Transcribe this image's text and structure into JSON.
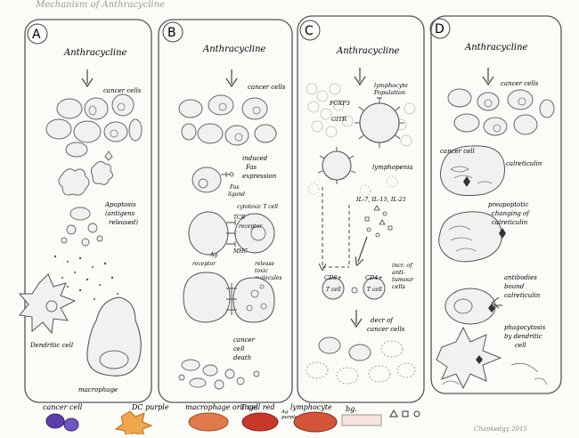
{
  "header_text": "Mechanism of Anthracycline",
  "panels": [
    {
      "letter": "A",
      "title": "Anthracycline",
      "labels": {
        "cancer_cells": "cancer cells",
        "apoptosis": "Apoptosis",
        "antigens": "(antigens",
        "released": "released)",
        "dendritic": "Dendritic cell",
        "macrophage": "macrophage"
      }
    },
    {
      "letter": "B",
      "title": "Anthracycline",
      "labels": {
        "cancer_cells": "cancer cells",
        "induced": "induced",
        "fas": "Fas",
        "expression": "expression",
        "fas_ligand_1": "Fas",
        "fas_ligand_2": "ligand",
        "cytotoxic": "cytotoxic T cell",
        "tcr": "TCR",
        "receptor": "receptor",
        "mhc": "MHC",
        "ag": "Ag",
        "receptor2": "receptor",
        "releasing_1": "release",
        "releasing_2": "toxic",
        "releasing_3": "molecules",
        "death_1": "cancer",
        "death_2": "cell",
        "death_3": "death"
      }
    },
    {
      "letter": "C",
      "title": "Anthracycline",
      "labels": {
        "lymphocyte_1": "lymphocyte",
        "lymphocyte_2": "Population",
        "foxp3": "FOXP3",
        "gitr": "GITR",
        "lymphopenia": "lymphopenia",
        "cytokines": "IL-7, IL-15, IL-21",
        "cd8": "CD8+",
        "cd8_t": "T cell",
        "cd4": "CD4+",
        "cd4_t": "T cell",
        "incr_1": "incr. of",
        "incr_2": "anti-",
        "incr_3": "tumour",
        "incr_4": "cells",
        "decr_1": "decr of",
        "decr_2": "cancer cells"
      }
    },
    {
      "letter": "D",
      "title": "Anthracycline",
      "labels": {
        "cancer_cells": "cancer cells",
        "cancer_cell": "cancer cell",
        "calreticulin": "calreticulin",
        "preapop_1": "preapoptotic",
        "preapop_2": "changing of",
        "preapop_3": "calreticulin",
        "antibodies_1": "antibodies",
        "antibodies_2": "bound",
        "antibodies_3": "calreticulin",
        "phago_1": "phagocytosis",
        "phago_2": "by dendritic",
        "phago_3": "cell"
      }
    }
  ],
  "legend": [
    {
      "label": "cancer cell",
      "color": "#5b3fa8"
    },
    {
      "label": "DC purple",
      "color": "#f0a64a"
    },
    {
      "label": "macrophage orange",
      "color": "#e07a4a"
    },
    {
      "label": "T cell red",
      "color": "#c8382a"
    },
    {
      "label": "lymphocyte",
      "color": "#d2553a"
    },
    {
      "label": "bg.",
      "color": "#f6e3e0"
    }
  ],
  "legend_extra": {
    "ag_note_1": "Ag",
    "ag_note_2": "purple"
  },
  "signature": "Chankedgy 2015"
}
